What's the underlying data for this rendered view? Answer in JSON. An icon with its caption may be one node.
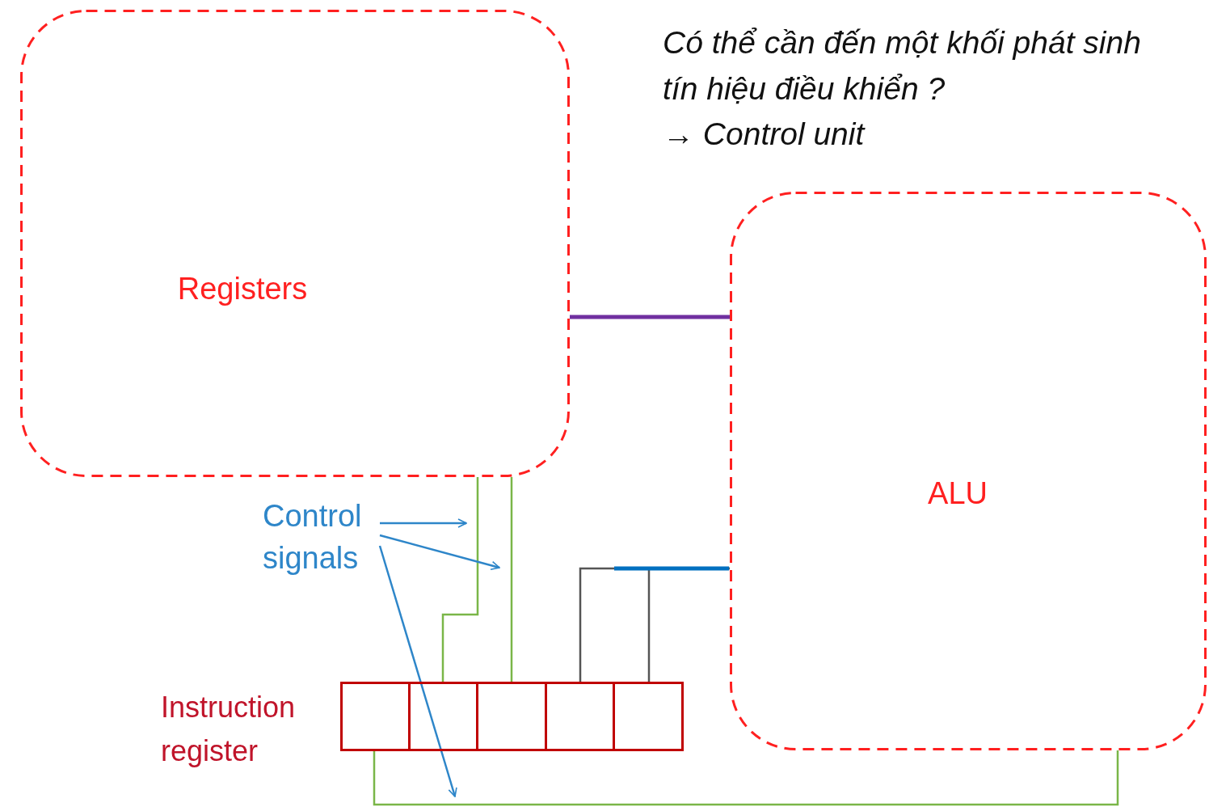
{
  "diagram": {
    "nodes": [
      {
        "text": [
          "Registers"
        ]
      },
      {
        "text": [
          "ALU"
        ]
      },
      {
        "text": [],
        "shape": "box",
        "beside": [
          "Instruction register"
        ]
      },
      {
        "text": [],
        "shape": "box",
        "in": 2
      },
      {
        "text": [],
        "shape": "box",
        "in": 2
      },
      {
        "text": [],
        "shape": "box",
        "in": 2
      },
      {
        "text": [],
        "shape": "box",
        "in": 2
      },
      {
        "text": [],
        "shape": "box",
        "in": 2
      },
      {
        "text": [
          "Control signals"
        ]
      }
    ],
    "edges": [
      {
        "from": 0,
        "to": 1,
        "arrow": "none",
        "style": "thick",
        "color": "#7030a0"
      },
      {
        "from": 1,
        "to": 6,
        "arrow": "none",
        "color": "#555555"
      },
      {
        "from": 1,
        "to": 7,
        "arrow": "none",
        "color": "#555555"
      },
      {
        "from": 0,
        "to": 4,
        "arrow": "none",
        "color": "#7ab648"
      },
      {
        "from": 0,
        "to": 5,
        "arrow": "none",
        "color": "#7ab648"
      },
      {
        "from": 3,
        "to": 1,
        "arrow": "none",
        "color": "#7ab648"
      },
      {
        "from": 8,
        "to": null,
        "arrow": "to",
        "color": "#2e86c9"
      },
      {
        "from": 8,
        "to": null,
        "arrow": "to",
        "color": "#2e86c9"
      },
      {
        "from": 8,
        "to": null,
        "arrow": "to",
        "color": "#2e86c9"
      }
    ],
    "labels": [
      "Có thể cần đến một khối phát sinh tín hiệu điều khiển ?",
      "→ Control unit"
    ]
  }
}
